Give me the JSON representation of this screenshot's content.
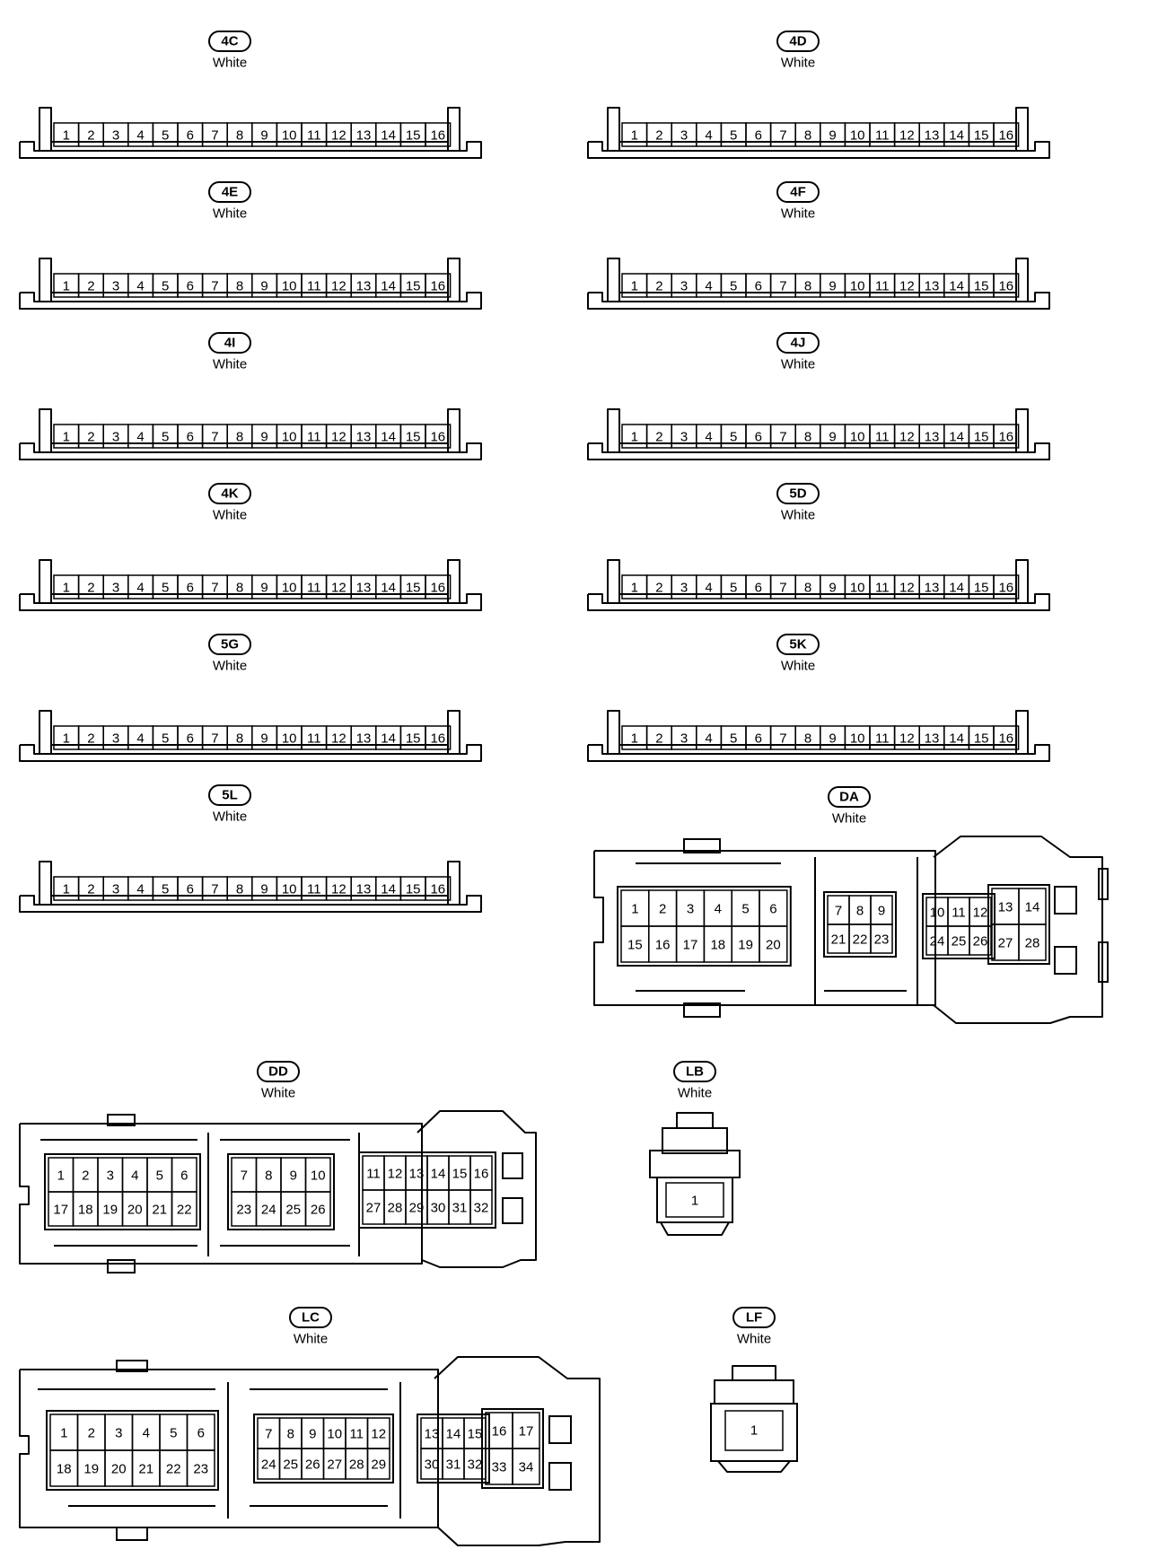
{
  "strip_connectors": [
    {
      "id": "4C",
      "color": "White",
      "pins": [
        "1",
        "2",
        "3",
        "4",
        "5",
        "6",
        "7",
        "8",
        "9",
        "10",
        "11",
        "12",
        "13",
        "14",
        "15",
        "16"
      ]
    },
    {
      "id": "4D",
      "color": "White",
      "pins": [
        "1",
        "2",
        "3",
        "4",
        "5",
        "6",
        "7",
        "8",
        "9",
        "10",
        "11",
        "12",
        "13",
        "14",
        "15",
        "16"
      ]
    },
    {
      "id": "4E",
      "color": "White",
      "pins": [
        "1",
        "2",
        "3",
        "4",
        "5",
        "6",
        "7",
        "8",
        "9",
        "10",
        "11",
        "12",
        "13",
        "14",
        "15",
        "16"
      ]
    },
    {
      "id": "4F",
      "color": "White",
      "pins": [
        "1",
        "2",
        "3",
        "4",
        "5",
        "6",
        "7",
        "8",
        "9",
        "10",
        "11",
        "12",
        "13",
        "14",
        "15",
        "16"
      ]
    },
    {
      "id": "4I",
      "color": "White",
      "pins": [
        "1",
        "2",
        "3",
        "4",
        "5",
        "6",
        "7",
        "8",
        "9",
        "10",
        "11",
        "12",
        "13",
        "14",
        "15",
        "16"
      ]
    },
    {
      "id": "4J",
      "color": "White",
      "pins": [
        "1",
        "2",
        "3",
        "4",
        "5",
        "6",
        "7",
        "8",
        "9",
        "10",
        "11",
        "12",
        "13",
        "14",
        "15",
        "16"
      ]
    },
    {
      "id": "4K",
      "color": "White",
      "pins": [
        "1",
        "2",
        "3",
        "4",
        "5",
        "6",
        "7",
        "8",
        "9",
        "10",
        "11",
        "12",
        "13",
        "14",
        "15",
        "16"
      ]
    },
    {
      "id": "5D",
      "color": "White",
      "pins": [
        "1",
        "2",
        "3",
        "4",
        "5",
        "6",
        "7",
        "8",
        "9",
        "10",
        "11",
        "12",
        "13",
        "14",
        "15",
        "16"
      ]
    },
    {
      "id": "5G",
      "color": "White",
      "pins": [
        "1",
        "2",
        "3",
        "4",
        "5",
        "6",
        "7",
        "8",
        "9",
        "10",
        "11",
        "12",
        "13",
        "14",
        "15",
        "16"
      ]
    },
    {
      "id": "5K",
      "color": "White",
      "pins": [
        "1",
        "2",
        "3",
        "4",
        "5",
        "6",
        "7",
        "8",
        "9",
        "10",
        "11",
        "12",
        "13",
        "14",
        "15",
        "16"
      ]
    },
    {
      "id": "5L",
      "color": "White",
      "pins": [
        "1",
        "2",
        "3",
        "4",
        "5",
        "6",
        "7",
        "8",
        "9",
        "10",
        "11",
        "12",
        "13",
        "14",
        "15",
        "16"
      ]
    }
  ],
  "block_connectors": [
    {
      "id": "DA",
      "color": "White",
      "group1": {
        "top": [
          "1",
          "2",
          "3",
          "4",
          "5",
          "6"
        ],
        "bottom": [
          "15",
          "16",
          "17",
          "18",
          "19",
          "20"
        ]
      },
      "group2": {
        "top": [
          "7",
          "8",
          "9"
        ],
        "bottom": [
          "21",
          "22",
          "23"
        ]
      },
      "group3": {
        "top": [
          "10",
          "11",
          "12"
        ],
        "bottom": [
          "24",
          "25",
          "26"
        ]
      },
      "group4": {
        "top": [
          "13",
          "14"
        ],
        "bottom": [
          "27",
          "28"
        ]
      }
    },
    {
      "id": "DD",
      "color": "White",
      "group1": {
        "top": [
          "1",
          "2",
          "3",
          "4",
          "5",
          "6"
        ],
        "bottom": [
          "17",
          "18",
          "19",
          "20",
          "21",
          "22"
        ]
      },
      "group2": {
        "top": [
          "7",
          "8",
          "9",
          "10"
        ],
        "bottom": [
          "23",
          "24",
          "25",
          "26"
        ]
      },
      "group3": {
        "top": [
          "11",
          "12",
          "13",
          "14",
          "15",
          "16"
        ],
        "bottom": [
          "27",
          "28",
          "29",
          "30",
          "31",
          "32"
        ]
      }
    },
    {
      "id": "LC",
      "color": "White",
      "group1": {
        "top": [
          "1",
          "2",
          "3",
          "4",
          "5",
          "6"
        ],
        "bottom": [
          "18",
          "19",
          "20",
          "21",
          "22",
          "23"
        ]
      },
      "group2": {
        "top": [
          "7",
          "8",
          "9",
          "10",
          "11",
          "12"
        ],
        "bottom": [
          "24",
          "25",
          "26",
          "27",
          "28",
          "29"
        ]
      },
      "group3": {
        "top": [
          "13",
          "14",
          "15"
        ],
        "bottom": [
          "30",
          "31",
          "32"
        ]
      },
      "group4": {
        "top": [
          "16",
          "17"
        ],
        "bottom": [
          "33",
          "34"
        ]
      }
    }
  ],
  "single_connectors": [
    {
      "id": "LB",
      "color": "White",
      "pin": "1"
    },
    {
      "id": "LF",
      "color": "White",
      "pin": "1"
    }
  ]
}
